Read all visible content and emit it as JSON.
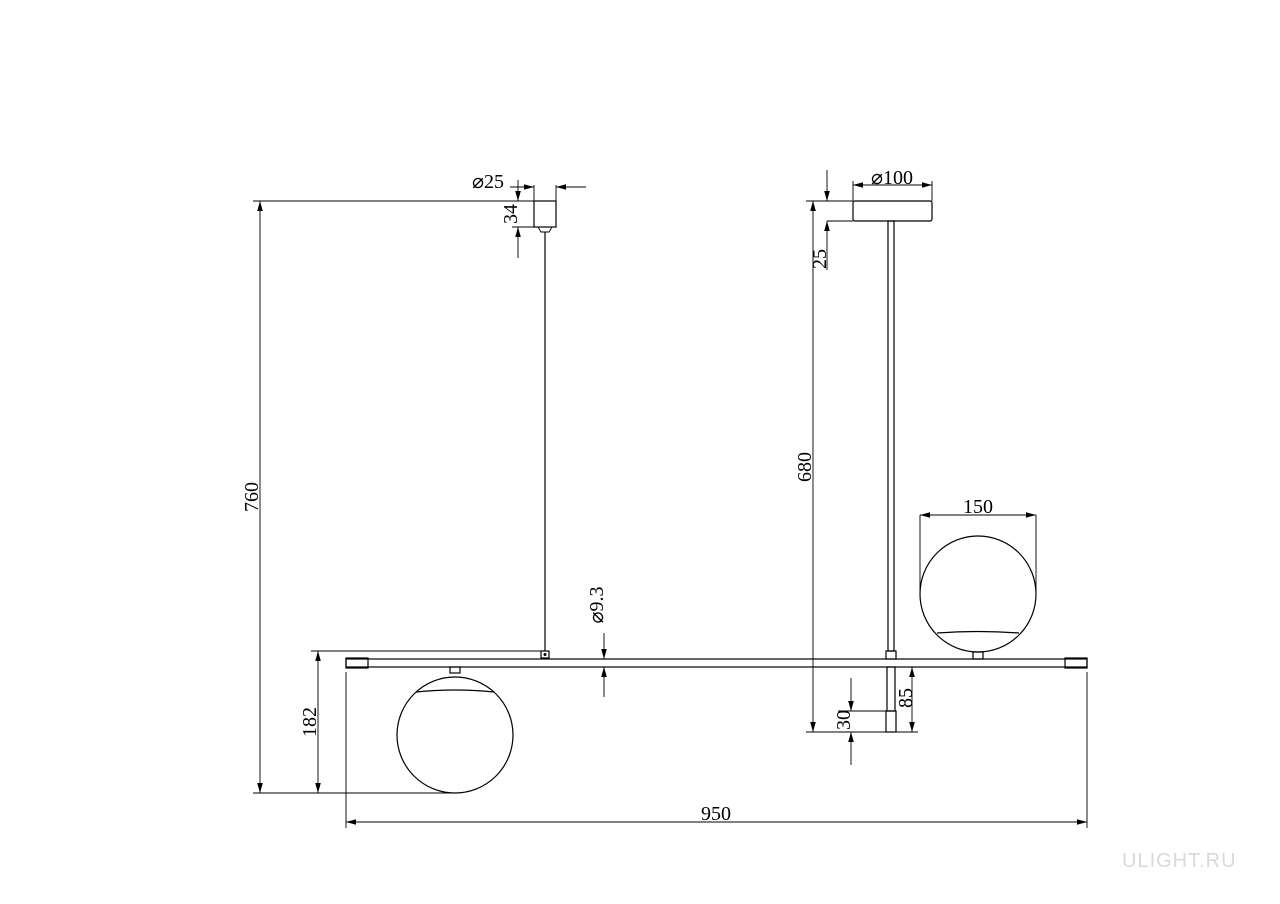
{
  "dimensions": {
    "overall_height": "760",
    "drop_to_bar": "182",
    "total_width": "950",
    "rod_length": "680",
    "globe_diameter": "150",
    "tube_diameter": "⌀9.3",
    "canopy_small_diameter": "⌀25",
    "canopy_small_height": "34",
    "canopy_large_diameter": "⌀100",
    "canopy_large_height": "25",
    "stem_short": "30",
    "stem_long": "85"
  },
  "watermark": "ULIGHT.RU",
  "colors": {
    "line": "#000000",
    "background": "#ffffff",
    "watermark": "#d9d9d9"
  }
}
